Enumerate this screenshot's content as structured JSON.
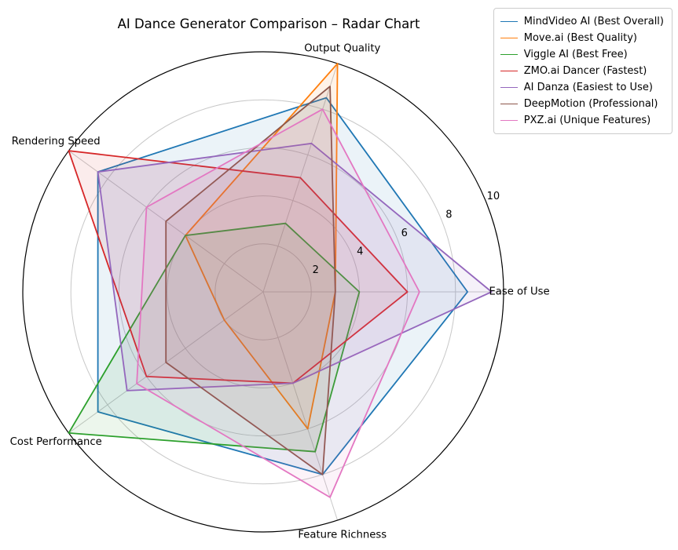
{
  "figure_title": "AI Dance Generator Comparison – Radar Chart",
  "chart_data": {
    "type": "radar",
    "title": "AI Dance Generator Comparison – Radar Chart",
    "categories": [
      "Ease of Use",
      "Output Quality",
      "Rendering Speed",
      "Cost Performance",
      "Feature Richness"
    ],
    "start_angle_deg": 0,
    "direction": "counterclockwise",
    "r_ticks": [
      2,
      4,
      6,
      8,
      10
    ],
    "r_max": 10,
    "r_tick_label_angle_deg": 22.5,
    "grid": true,
    "legend_position": "upper right",
    "grid_color": "#c8c8c8",
    "outline_color": "#000000",
    "series": [
      {
        "name": "MindVideo AI (Best Overall)",
        "color": "#1f77b4",
        "values": [
          8.5,
          8.5,
          8.5,
          8.5,
          8
        ]
      },
      {
        "name": "Move.ai (Best Quality)",
        "color": "#ff7f0e",
        "values": [
          3,
          10,
          4,
          2,
          6
        ]
      },
      {
        "name": "Viggle AI (Best Free)",
        "color": "#2ca02c",
        "values": [
          4,
          3,
          4,
          10,
          7
        ]
      },
      {
        "name": "ZMO.ai Dancer (Fastest)",
        "color": "#d62728",
        "values": [
          6,
          5,
          10,
          6,
          4
        ]
      },
      {
        "name": "AI Danza (Easiest to Use)",
        "color": "#9467bd",
        "values": [
          9.5,
          6.5,
          8.5,
          7,
          4
        ]
      },
      {
        "name": "DeepMotion (Professional)",
        "color": "#8c564b",
        "values": [
          3,
          9,
          5,
          5,
          8
        ]
      },
      {
        "name": "PXZ.ai (Unique Features)",
        "color": "#e377c2",
        "values": [
          6.5,
          8,
          6,
          6.5,
          9
        ]
      }
    ]
  }
}
